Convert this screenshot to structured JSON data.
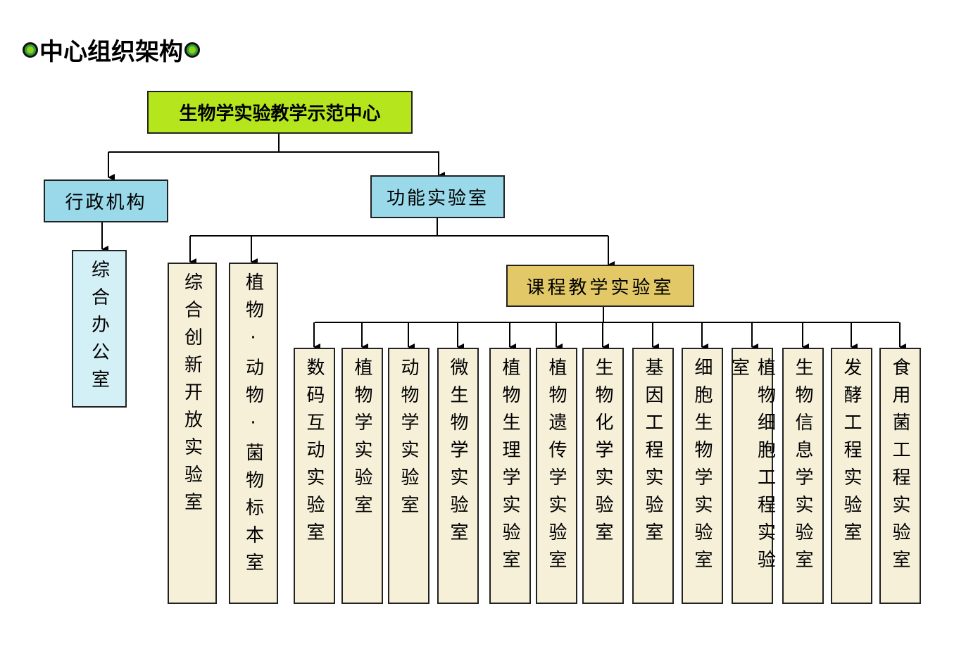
{
  "title": "中心组织架构",
  "root": "生物学实验教学示范中心",
  "admin": {
    "label": "行政机构",
    "child": "综合办公室"
  },
  "functional": {
    "label": "功能实验室",
    "children": [
      "综合创新开放实验室",
      "植物·动物·菌物标本室"
    ]
  },
  "course": {
    "label": "课程教学实验室",
    "labs": [
      "数码互动实验室",
      "植物学实验室",
      "动物学实验室",
      "微生物学实验室",
      "植物生理学实验室",
      "植物遗传学实验室",
      "生物化学实验室",
      "基因工程实验室",
      "细胞生物学实验室",
      "植物细胞工程实验室",
      "生物信息学实验室",
      "发酵工程实验室",
      "食用菌工程实验室"
    ]
  },
  "colors": {
    "root": "#b5e61d",
    "blue": "#99d9ea",
    "lightblue": "#d4f0f7",
    "gold": "#e2c866",
    "cream": "#f6f0d9"
  }
}
